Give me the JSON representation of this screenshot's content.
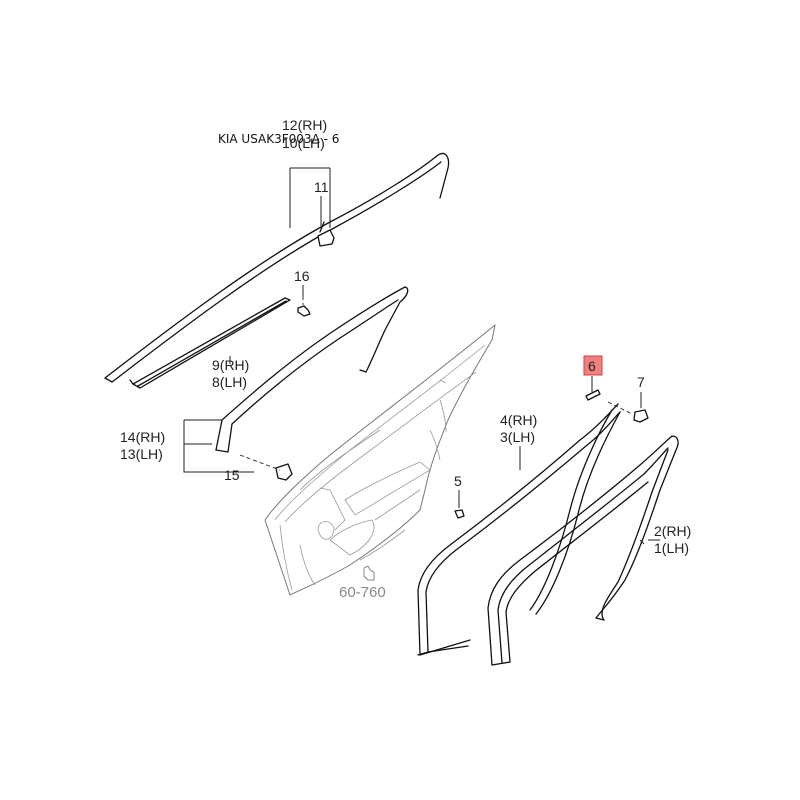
{
  "watermark": "KIA USAK3F003A - 6",
  "reference": "60-760",
  "callouts": {
    "p12": "12(RH)",
    "p10": "10(LH)",
    "p11": "11",
    "p16": "16",
    "p9": "9(RH)",
    "p8": "8(LH)",
    "p14": "14(RH)",
    "p13": "13(LH)",
    "p15": "15",
    "p6": "6",
    "p7": "7",
    "p4": "4(RH)",
    "p3": "3(LH)",
    "p5": "5",
    "p2": "2(RH)",
    "p1": "1(LH)"
  },
  "colors": {
    "highlight": "#f08080",
    "line": "#111111",
    "door_outline": "#777777"
  }
}
